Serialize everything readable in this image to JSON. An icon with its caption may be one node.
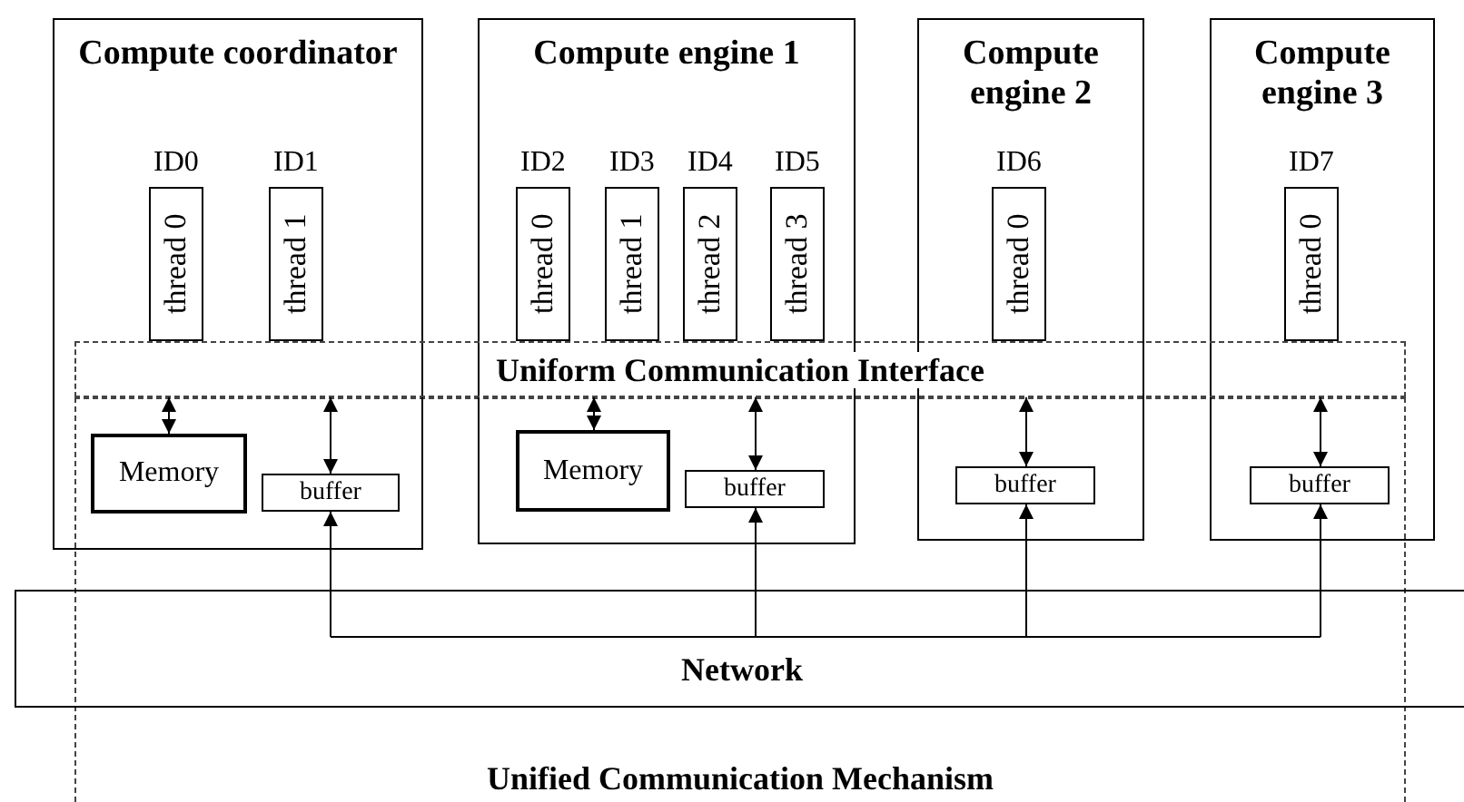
{
  "diagram": {
    "nodes": [
      {
        "text": [
          "Compute coordinator"
        ]
      },
      {
        "text": [
          "thread 0"
        ],
        "in": 0,
        "beside": [
          "ID0"
        ]
      },
      {
        "text": [
          "thread 1"
        ],
        "in": 0,
        "beside": [
          "ID1"
        ]
      },
      {
        "text": [
          "Memory"
        ],
        "in": 0
      },
      {
        "text": [
          "buffer"
        ],
        "in": 0
      },
      {
        "text": [
          "Compute engine 1"
        ]
      },
      {
        "text": [
          "thread 0"
        ],
        "in": 5,
        "beside": [
          "ID2"
        ]
      },
      {
        "text": [
          "thread 1"
        ],
        "in": 5,
        "beside": [
          "ID3"
        ]
      },
      {
        "text": [
          "thread 2"
        ],
        "in": 5,
        "beside": [
          "ID4"
        ]
      },
      {
        "text": [
          "thread 3"
        ],
        "in": 5,
        "beside": [
          "ID5"
        ]
      },
      {
        "text": [
          "Memory"
        ],
        "in": 5
      },
      {
        "text": [
          "buffer"
        ],
        "in": 5
      },
      {
        "text": [
          "Compute engine 2"
        ]
      },
      {
        "text": [
          "thread 0"
        ],
        "in": 12,
        "beside": [
          "ID6"
        ]
      },
      {
        "text": [
          "buffer"
        ],
        "in": 12
      },
      {
        "text": [
          "Compute engine 3"
        ]
      },
      {
        "text": [
          "thread 0"
        ],
        "in": 15,
        "beside": [
          "ID7"
        ]
      },
      {
        "text": [
          "buffer"
        ],
        "in": 15
      },
      {
        "text": [
          "Uniform Communication Interface"
        ]
      },
      {
        "text": [
          "Network"
        ]
      }
    ],
    "edges": [
      {
        "from": 18,
        "to": 3,
        "arrow": "both"
      },
      {
        "from": 18,
        "to": 4,
        "arrow": "both"
      },
      {
        "from": 18,
        "to": 10,
        "arrow": "both"
      },
      {
        "from": 18,
        "to": 11,
        "arrow": "both"
      },
      {
        "from": 18,
        "to": 14,
        "arrow": "both"
      },
      {
        "from": 18,
        "to": 17,
        "arrow": "both"
      },
      {
        "from": 19,
        "to": 4,
        "arrow": "to"
      },
      {
        "from": 19,
        "to": 11,
        "arrow": "to"
      },
      {
        "from": 19,
        "to": 14,
        "arrow": "to"
      },
      {
        "from": 19,
        "to": 17,
        "arrow": "to"
      }
    ],
    "labels": [
      "Unified Communication Mechanism"
    ]
  }
}
